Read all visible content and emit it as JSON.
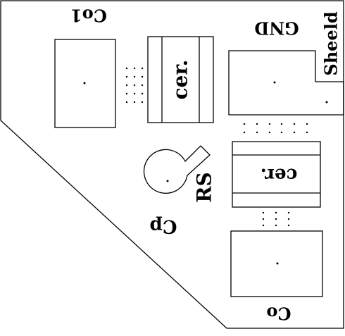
{
  "labels": {
    "co1": "Co1",
    "gnd": "GND",
    "sheeld": "Sheeld",
    "cer_top": "cer.",
    "cer_right": "cer.",
    "rs": "RS",
    "cp": "Cp",
    "co": "Co"
  },
  "colors": {
    "line": "#000000",
    "background": "#ffffff"
  }
}
